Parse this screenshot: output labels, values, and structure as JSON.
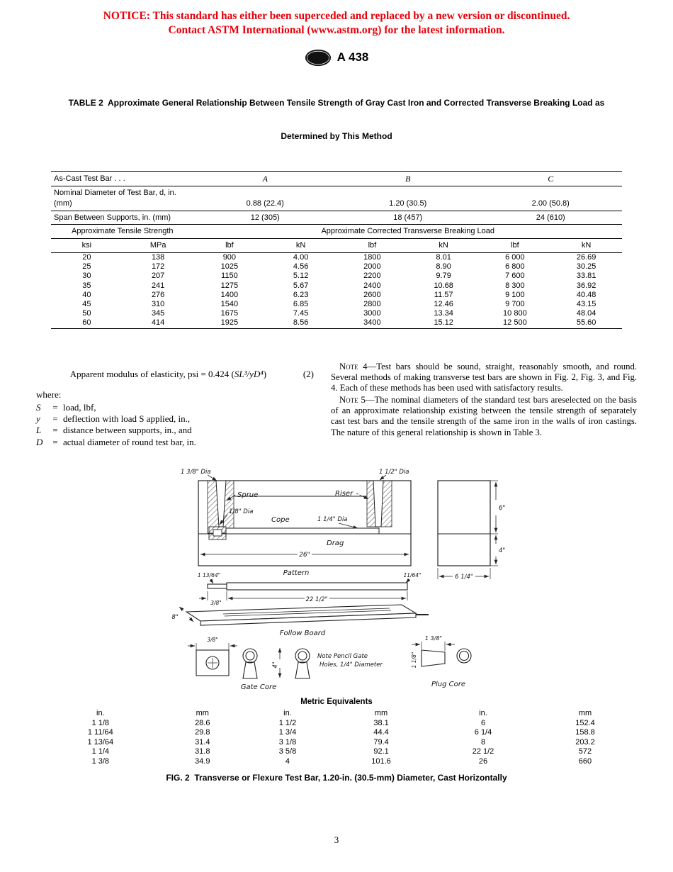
{
  "colors": {
    "notice_red": "#e8000a"
  },
  "notice": {
    "line1": "NOTICE: This standard has either been superceded and replaced by a new version or discontinued.",
    "line2": "Contact ASTM International (www.astm.org) for the latest information."
  },
  "header": {
    "logo_text": "ASTM",
    "designation": "A 438"
  },
  "table2": {
    "title_line1": "TABLE 2  Approximate General Relationship Between Tensile Strength of Gray Cast Iron and Corrected Transverse Breaking Load as",
    "title_line2": "Determined by This Method",
    "head": {
      "as_cast_label": "As-Cast Test Bar . . .",
      "bar_a": "A",
      "bar_b": "B",
      "bar_c": "C",
      "nominal_label": "Nominal Diameter of Test Bar, d, in. (mm)",
      "nominal_values": [
        "0.88 (22.4)",
        "1.20 (30.5)",
        "2.00 (50.8)"
      ],
      "span_label": "Span Between Supports, in. (mm)",
      "span_values": [
        "12 (305)",
        "18 (457)",
        "24 (610)"
      ],
      "group_left": "Approximate Tensile Strength",
      "group_right": "Approximate Corrected Transverse Breaking Load",
      "units": [
        "ksi",
        "MPa",
        "lbf",
        "kN",
        "lbf",
        "kN",
        "lbf",
        "kN"
      ]
    },
    "rows": [
      [
        "20",
        "138",
        "900",
        "4.00",
        "1800",
        "8.01",
        "6 000",
        "26.69"
      ],
      [
        "25",
        "172",
        "1025",
        "4.56",
        "2000",
        "8.90",
        "6 800",
        "30.25"
      ],
      [
        "30",
        "207",
        "1150",
        "5.12",
        "2200",
        "9.79",
        "7 600",
        "33.81"
      ],
      [
        "35",
        "241",
        "1275",
        "5.67",
        "2400",
        "10.68",
        "8 300",
        "36.92"
      ],
      [
        "40",
        "276",
        "1400",
        "6.23",
        "2600",
        "11.57",
        "9 100",
        "40.48"
      ],
      [
        "45",
        "310",
        "1540",
        "6.85",
        "2800",
        "12.46",
        "9 700",
        "43.15"
      ],
      [
        "50",
        "345",
        "1675",
        "7.45",
        "3000",
        "13.34",
        "10 800",
        "48.04"
      ],
      [
        "60",
        "414",
        "1925",
        "8.56",
        "3400",
        "15.12",
        "12 500",
        "55.60"
      ]
    ]
  },
  "equation": {
    "prefix": "Apparent modulus of elasticity, psi = 0.424 (",
    "expr": "SL³/yD⁴",
    "suffix": ")",
    "number": "(2)",
    "where_label": "where:",
    "eq_sign": "=",
    "where": [
      {
        "var": "S",
        "desc": "load, lbf,"
      },
      {
        "var": "y",
        "desc": "deflection with load S applied, in.,"
      },
      {
        "var": "L",
        "desc": "distance between supports, in., and"
      },
      {
        "var": "D",
        "desc": "actual diameter of round test bar, in."
      }
    ]
  },
  "notes": {
    "note4": {
      "label": "Note 4—",
      "text": "Test bars should be sound, straight, reasonably smooth, and round. Several methods of making transverse test bars are shown in Fig. 2, Fig. 3, and Fig. 4. Each of these methods has been used with satisfactory results."
    },
    "note5": {
      "label": "Note 5—",
      "text": "The nominal diameters of the standard test bars areselected on the basis of an approximate relationship existing between the tensile strength of separately cast test bars and the tensile strength of the same iron in the walls of iron castings. The nature of this general relationship is shown in Table 3."
    }
  },
  "figure": {
    "labels": {
      "sprue": "Sprue",
      "riser": "Riser",
      "cope": "Cope",
      "drag": "Drag",
      "pattern": "Pattern",
      "follow_board": "Follow Board",
      "gate_core": "Gate Core",
      "plug_core": "Plug Core",
      "note_line1": "Note Pencil Gate",
      "note_line2": "Holes, 1/4\" Diameter"
    },
    "dims": {
      "sprue_dia": "1 3/8\" Dia",
      "riser_dia": "1 1/2\" Dia",
      "gate_dia": "1/8\" Dia",
      "bar_dia": "1 1/4\" Dia",
      "mold_length": "26\"",
      "cope_height": "6\"",
      "drag_height": "4\"",
      "flask_width": "6 1/4\"",
      "pattern_end_large": "1 13/64\"",
      "pattern_end_small": "11/64\"",
      "pattern_gate": "3/8\"",
      "pattern_length": "22 1/2\"",
      "board_width": "8\"",
      "gate_core_width": "3/8\"",
      "core_height": "4\"",
      "plug_length": "1 3/8\"",
      "plug_dia": "1 1/8\""
    },
    "caption": "FIG. 2  Transverse or Flexure Test Bar, 1.20-in. (30.5-mm) Diameter, Cast Horizontally"
  },
  "metric": {
    "title": "Metric Equivalents",
    "headers": [
      "in.",
      "mm",
      "in.",
      "mm",
      "in.",
      "mm"
    ],
    "rows": [
      [
        "1 1/8",
        "28.6",
        "1 1/2",
        "38.1",
        "6",
        "152.4"
      ],
      [
        "1 11/64",
        "29.8",
        "1 3/4",
        "44.4",
        "6 1/4",
        "158.8"
      ],
      [
        "1 13/64",
        "31.4",
        "3 1/8",
        "79.4",
        "8",
        "203.2"
      ],
      [
        "1 1/4",
        "31.8",
        "3 5/8",
        "92.1",
        "22 1/2",
        "572"
      ],
      [
        "1 3/8",
        "34.9",
        "4",
        "101.6",
        "26",
        "660"
      ]
    ]
  },
  "page_number": "3"
}
